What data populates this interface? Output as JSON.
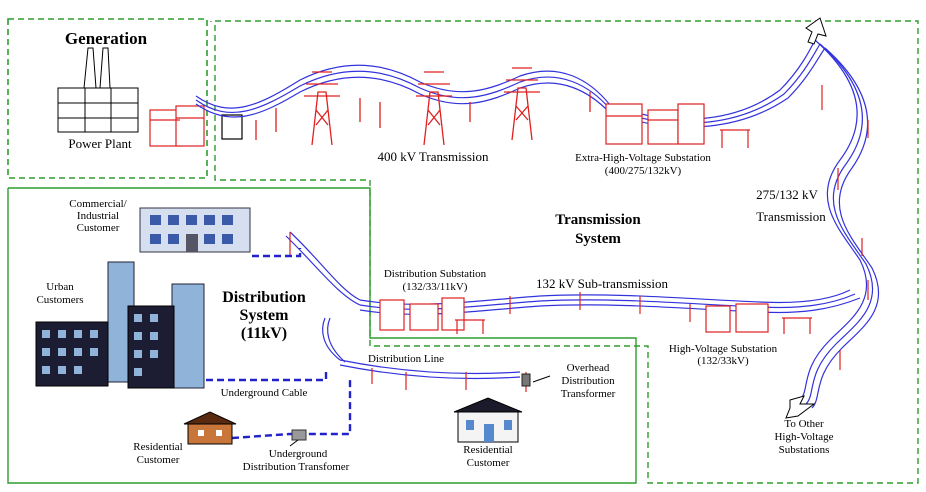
{
  "labels": {
    "generation": "Generation",
    "power_plant": "Power Plant",
    "transmission_400": "400 kV  Transmission",
    "ehv_substation": "Extra-High-Voltage Substation",
    "ehv_substation_kv": "(400/275/132kV)",
    "transmission_275_kv": "275/132  kV",
    "transmission_275": "Transmission",
    "transmission_system_1": "Transmission",
    "transmission_system_2": "System",
    "commercial_1": "Commercial/",
    "commercial_2": "Industrial",
    "commercial_3": "Customer",
    "urban_1": "Urban",
    "urban_2": "Customers",
    "distribution_system_1": "Distribution",
    "distribution_system_2": "System",
    "distribution_system_3": "(11kV)",
    "dist_substation": "Distribution Substation",
    "dist_substation_kv": "(132/33/11kV)",
    "subtransmission_132": "132 kV  Sub-transmission",
    "hv_substation": "High-Voltage Substation",
    "hv_substation_kv": "(132/33kV)",
    "distribution_line": "Distribution Line",
    "overhead_1": "Overhead",
    "overhead_2": "Distribution",
    "overhead_3": "Transformer",
    "underground_cable": "Underground Cable",
    "residential_left_1": "Residential",
    "residential_left_2": "Customer",
    "ug_transformer_1": "Underground",
    "ug_transformer_2": "Distribution Transfomer",
    "residential_right_1": "Residential",
    "residential_right_2": "Customer",
    "other_hv_1": "To Other",
    "other_hv_2": "High-Voltage",
    "other_hv_3": "Substations"
  },
  "colors": {
    "region_border": "#2e9d2e",
    "line_blue": "#3333dd",
    "tower_red": "#e02020",
    "cable_dash": "#2222cc"
  }
}
